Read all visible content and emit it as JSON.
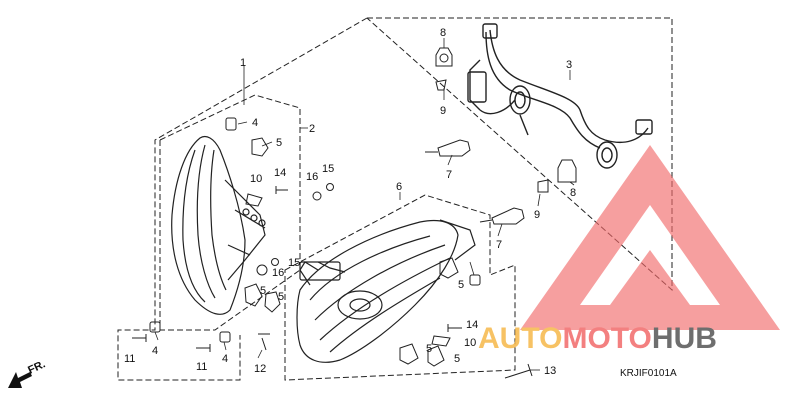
{
  "diagram": {
    "code": "KRJIF0101A",
    "direction": "FR.",
    "callouts": [
      "1",
      "2",
      "3",
      "4",
      "4",
      "4",
      "5",
      "5",
      "5",
      "5",
      "5",
      "5",
      "6",
      "7",
      "7",
      "8",
      "8",
      "9",
      "9",
      "10",
      "10",
      "11",
      "11",
      "12",
      "13",
      "14",
      "14",
      "15",
      "15",
      "16",
      "16"
    ]
  },
  "watermark": {
    "part1": "AUTO",
    "part2": "MOTO",
    "part3": "HUB",
    "colors": {
      "auto": "#f6b84a",
      "moto": "#f26a6a",
      "hub": "#555555",
      "logo": "#f26a6a"
    }
  }
}
